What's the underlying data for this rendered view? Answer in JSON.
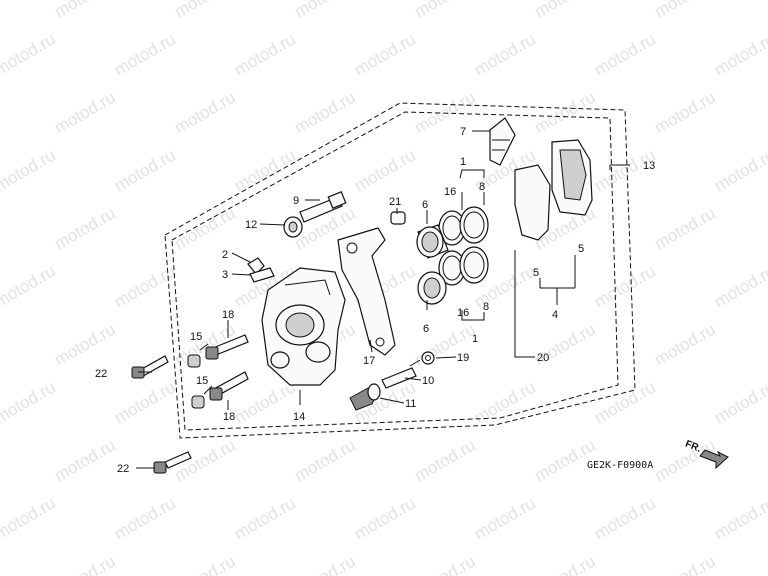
{
  "watermark": "motod.ru",
  "diagram_code": "GE2K-F0900A",
  "direction_label": "FR.",
  "callouts": {
    "c1a": "1",
    "c1b": "1",
    "c2": "2",
    "c3": "3",
    "c4": "4",
    "c5a": "5",
    "c5b": "5",
    "c6a": "6",
    "c6b": "6",
    "c7": "7",
    "c8a": "8",
    "c8b": "8",
    "c9": "9",
    "c10": "10",
    "c11": "11",
    "c12": "12",
    "c13": "13",
    "c14": "14",
    "c15a": "15",
    "c15b": "15",
    "c16a": "16",
    "c16b": "16",
    "c17": "17",
    "c18a": "18",
    "c18b": "18",
    "c19": "19",
    "c20": "20",
    "c21": "21",
    "c22a": "22",
    "c22b": "22"
  }
}
